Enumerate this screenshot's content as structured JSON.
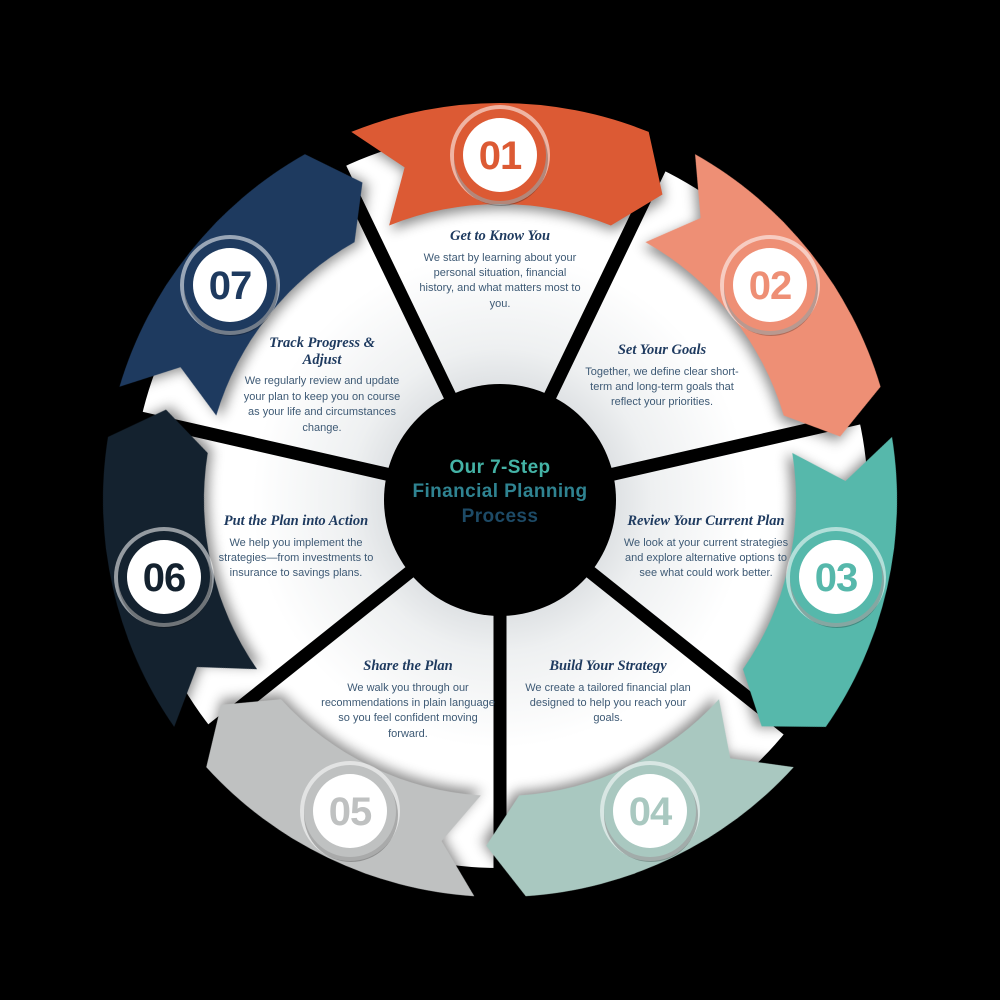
{
  "background_color": "#000000",
  "center": {
    "line1": "Our 7-Step",
    "line2": "Financial Planning",
    "line3": "Process",
    "line1_color": "#44b3a6",
    "line2_color": "#2f8391",
    "line3_color": "#1d4a66"
  },
  "text_colors": {
    "title": "#1e3a5f",
    "description": "#3e5a75"
  },
  "steps": [
    {
      "number": "01",
      "title": "Get to Know You",
      "description": "We start by learning about your personal situation, financial history, and what matters most to you.",
      "color": "#dc5a34"
    },
    {
      "number": "02",
      "title": "Set Your Goals",
      "description": "Together, we define clear short-term and long-term goals that reflect your priorities.",
      "color": "#ee8f75"
    },
    {
      "number": "03",
      "title": "Review Your Current Plan",
      "description": "We look at your current strategies and explore alternative options to see what could work better.",
      "color": "#56b8ab"
    },
    {
      "number": "04",
      "title": "Build Your Strategy",
      "description": "We create a tailored financial plan designed to help you reach your goals.",
      "color": "#a9c8c0"
    },
    {
      "number": "05",
      "title": "Share the Plan",
      "description": "We walk you through our recommendations in plain language so you feel confident moving forward.",
      "color": "#bfc1c1"
    },
    {
      "number": "06",
      "title": "Put the Plan into Action",
      "description": "We help you implement the strategies—from investments to insurance to savings plans.",
      "color": "#14222f"
    },
    {
      "number": "07",
      "title": "Track Progress & Adjust",
      "description": "We regularly review and update your plan to keep you on course as your life and circumstances change.",
      "color": "#1e3a5f"
    }
  ]
}
